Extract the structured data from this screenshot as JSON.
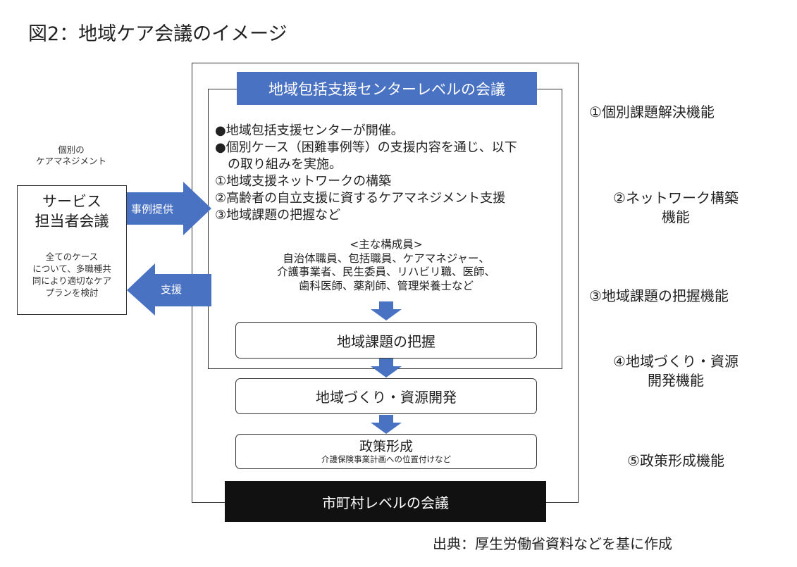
{
  "title": "図2：地域ケア会議のイメージ",
  "center_header": "地域包括支援センターレベルの会議",
  "bullets": [
    "●地域包括支援センターが開催。",
    "●個別ケース（困難事例等）の支援内容を通じ、以下",
    "　の取り組みを実施。",
    "①地域支援ネットワークの構築",
    "②高齢者の自立支援に資するケアマネジメント支援",
    "③地域課題の把握など"
  ],
  "members": {
    "heading": "<主な構成員>",
    "lines": [
      "自治体職員、包括職員、ケアマネジャー、",
      "介護事業者、民生委員、リハビリ職、医師、",
      "歯科医師、薬剤師、管理栄養士など"
    ]
  },
  "boxes": {
    "regional_issues": "地域課題の把握",
    "community_building": "地域づくり・資源開発",
    "policy": "政策形成",
    "policy_sub": "介護保険事業計画への位置付けなど"
  },
  "municipal_header": "市町村レベルの会議",
  "left": {
    "caption_line1": "個別の",
    "caption_line2": "ケアマネジメント",
    "box_title_line1": "サービス",
    "box_title_line2": "担当者会議",
    "box_desc": [
      "全てのケース",
      "について、多職種共",
      "同により適切なケア",
      "プランを検討"
    ]
  },
  "arrows": {
    "to_center": "事例提供",
    "to_left": "支援"
  },
  "functions": {
    "f1": "①個別課題解決機能",
    "f2_line1": "②ネットワーク構築",
    "f2_line2": "機能",
    "f3": "③地域課題の把握機能",
    "f4_line1": "④地域づくり・資源",
    "f4_line2": "開発機能",
    "f5": "⑤政策形成機能"
  },
  "source": "出典：厚生労働省資料などを基に作成",
  "colors": {
    "header_blue": "#4a72c2",
    "arrow_blue": "#4a72c2",
    "header_black": "#111111"
  }
}
